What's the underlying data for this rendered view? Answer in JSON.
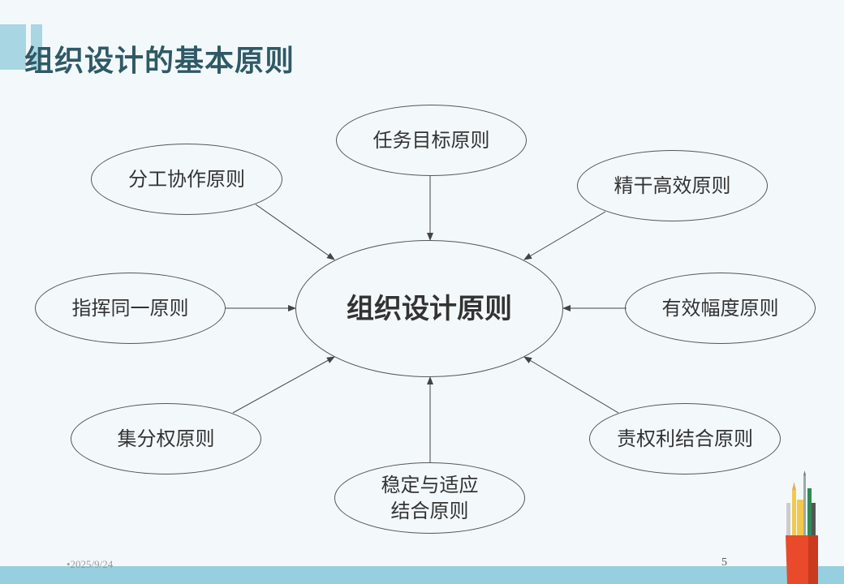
{
  "slide": {
    "title": "组织设计的基本原则",
    "footer_date": "•2025/9/24",
    "page_number": "5"
  },
  "diagram": {
    "center": "组织设计原则",
    "nodes": {
      "top": "任务目标原则",
      "top_left": "分工协作原则",
      "top_right": "精干高效原则",
      "left": "指挥同一原则",
      "right": "有效幅度原则",
      "bottom_left": "集分权原则",
      "bottom_right": "责权利结合原则",
      "bottom": "稳定与适应\n结合原则"
    }
  },
  "colors": {
    "title": "#2f5966",
    "accent": "#a8d6e3",
    "footer_bar": "#96cfdf",
    "background": "#f3f9fb"
  }
}
